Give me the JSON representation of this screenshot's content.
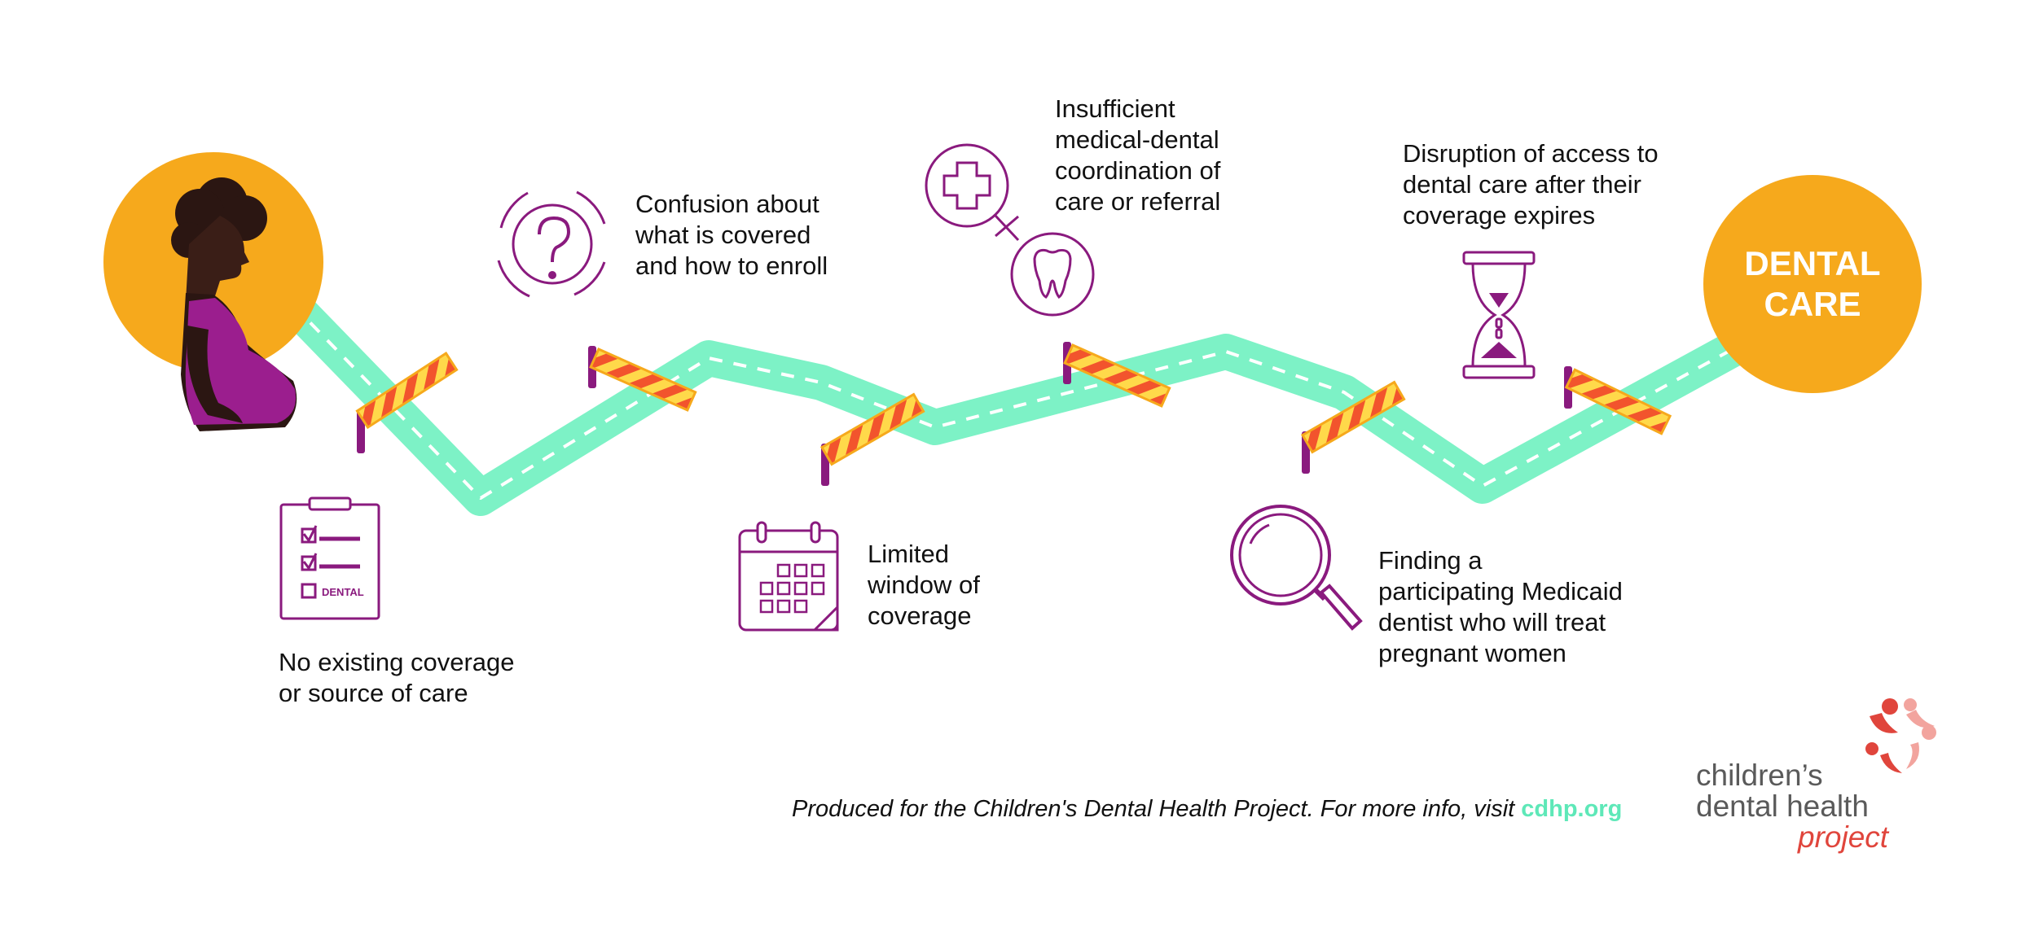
{
  "colors": {
    "orange": "#F6A91C",
    "purple": "#8A1A7E",
    "road": "#7DF2C6",
    "road_stripe": "#FFFFFF",
    "barrier_yellow": "#FFD94A",
    "barrier_red": "#F2542D",
    "skin": "#2B1612",
    "dress": "#9B1E8E",
    "link": "#5EE8B8",
    "logo_gray": "#5A5A5A",
    "logo_red": "#E0453C"
  },
  "destination": {
    "label": "DENTAL\nCARE"
  },
  "barriers": [
    {
      "id": "no-coverage",
      "text": "No existing coverage\nor source of care",
      "icon": "clipboard-checklist-icon"
    },
    {
      "id": "confusion",
      "text": "Confusion about\nwhat is covered\nand how to enroll",
      "icon": "question-mark-icon"
    },
    {
      "id": "limited-window",
      "text": "Limited\nwindow of\ncoverage",
      "icon": "calendar-icon"
    },
    {
      "id": "coordination",
      "text": "Insufficient\nmedical-dental\ncoordination of\ncare or referral",
      "icon": "medical-dental-link-icon"
    },
    {
      "id": "finding-dentist",
      "text": "Finding a\nparticipating Medicaid\ndentist who will treat\npregnant women",
      "icon": "magnifying-glass-icon"
    },
    {
      "id": "disruption",
      "text": "Disruption of access to\ndental care after their\ncoverage expires",
      "icon": "hourglass-icon"
    }
  ],
  "checklist_label": "DENTAL",
  "footer": {
    "text": "Produced for the Children's Dental Health Project. For more info, visit ",
    "link": "cdhp.org"
  },
  "logo": {
    "line1": "children’s",
    "line2": "dental health",
    "line3": "project"
  }
}
